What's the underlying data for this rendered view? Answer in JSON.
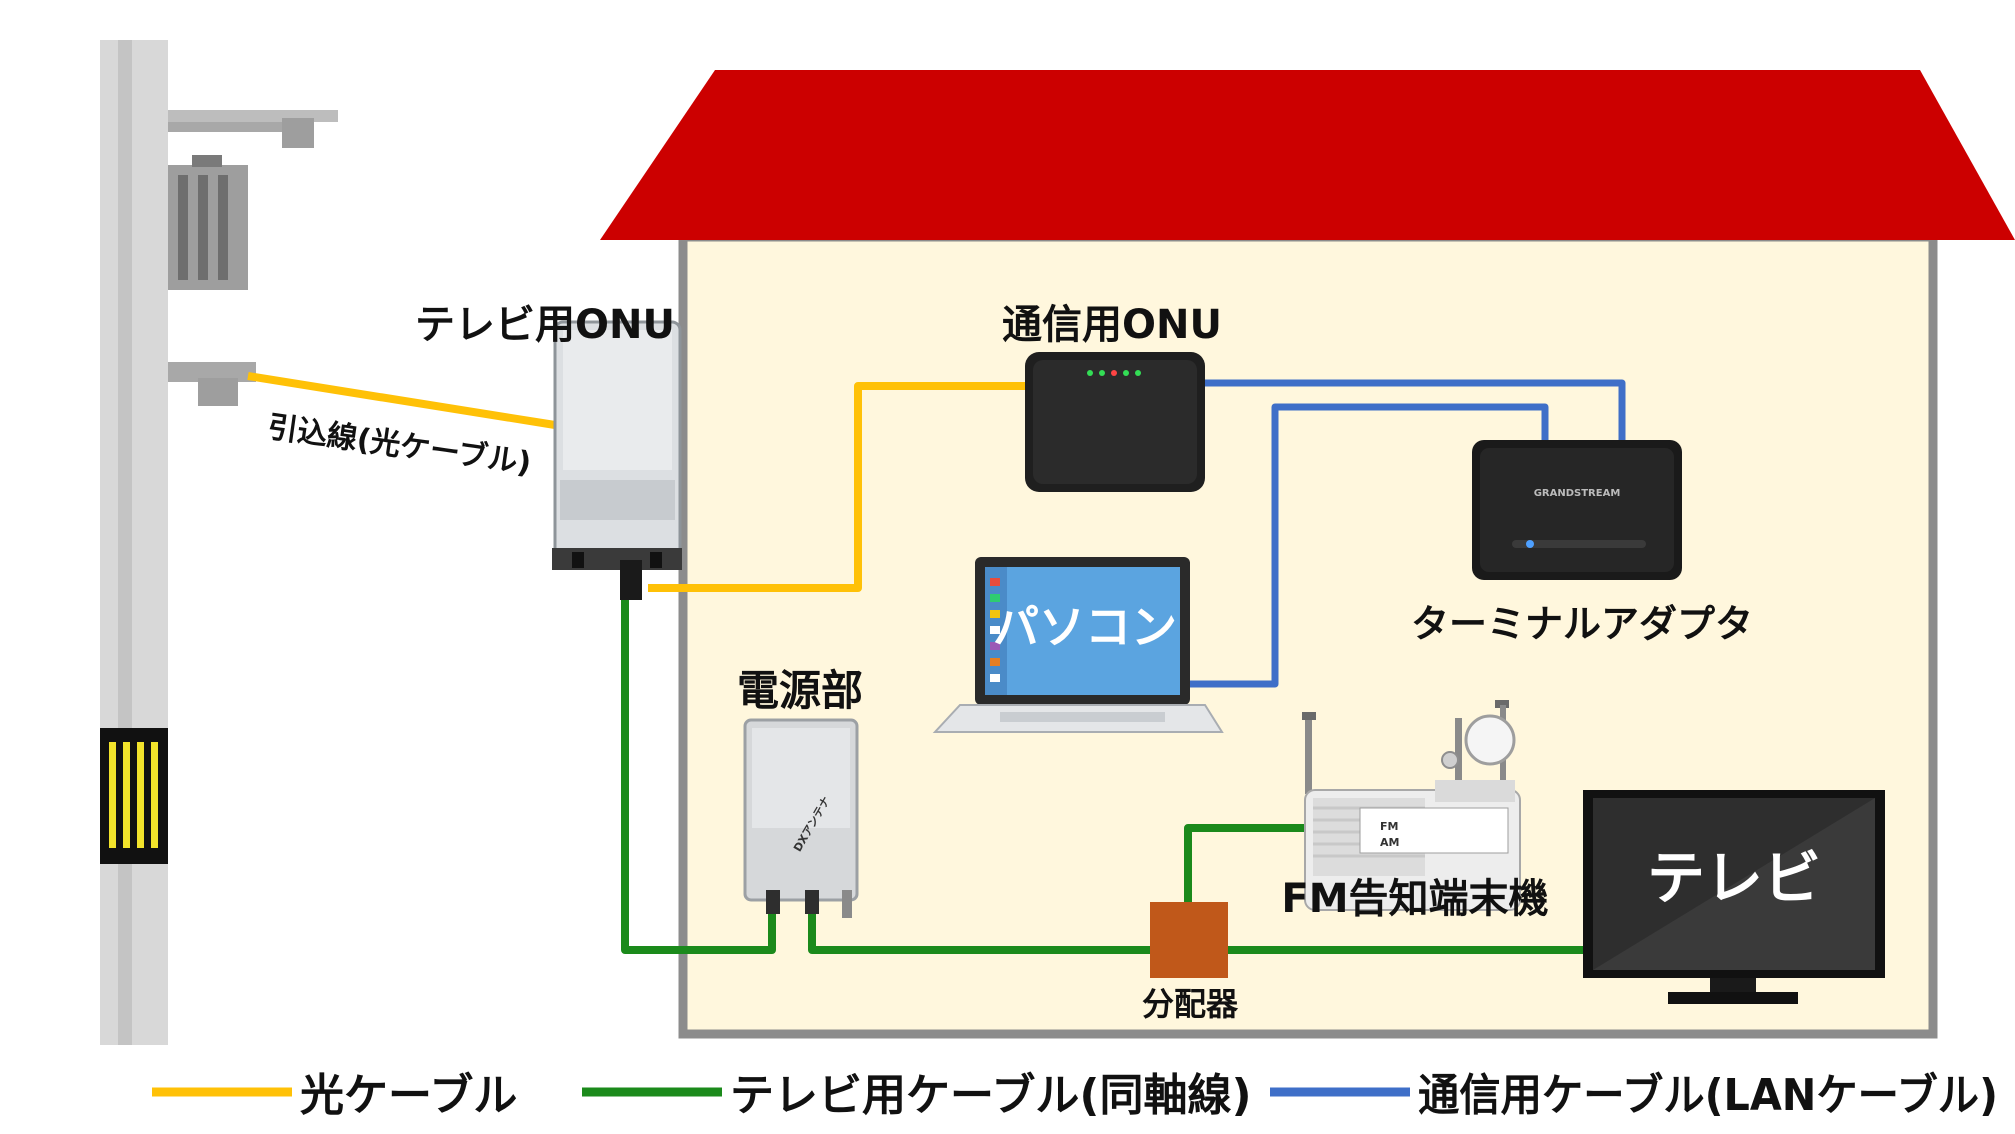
{
  "labels": {
    "tv_onu": "テレビ用ONU",
    "comm_onu": "通信用ONU",
    "dropline": "引込線(光ケーブル)",
    "terminal_adapter": "ターミナルアダプタ",
    "power_unit": "電源部",
    "pc": "パソコン",
    "fm_terminal": "FM告知端末機",
    "tv": "テレビ",
    "splitter": "分配器",
    "ta_brand": "GRANDSTREAM",
    "power_brand": "DXアンテナ",
    "radio_band_fm": "FM",
    "radio_band_am": "AM"
  },
  "legend": [
    {
      "label": "光ケーブル",
      "color": "#FFC107"
    },
    {
      "label": "テレビ用ケーブル(同軸線)",
      "color": "#1B8A1B"
    },
    {
      "label": "通信用ケーブル(LANケーブル)",
      "color": "#3F6FC8"
    }
  ],
  "colors": {
    "roof": "#CC0000",
    "wall": "#FFF7DD",
    "wall_border": "#8C8C8C",
    "optical": "#FFC107",
    "coax": "#1B8A1B",
    "lan": "#3F6FC8",
    "splitter": "#C0581A"
  }
}
